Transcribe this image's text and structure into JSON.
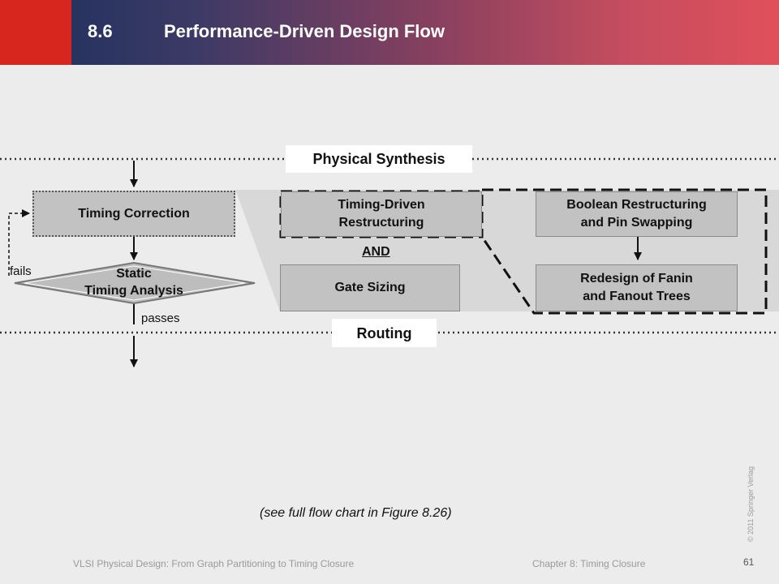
{
  "header": {
    "section_number": "8.6",
    "title": "Performance-Driven Design Flow"
  },
  "diagram": {
    "physical_synthesis": "Physical Synthesis",
    "routing": "Routing",
    "timing_correction": "Timing Correction",
    "static_timing_analysis_line1": "Static",
    "static_timing_analysis_line2": "Timing Analysis",
    "fails": "fails",
    "passes": "passes",
    "timing_driven_line1": "Timing-Driven",
    "timing_driven_line2": "Restructuring",
    "and_label": "AND",
    "gate_sizing": "Gate Sizing",
    "boolean_line1": "Boolean Restructuring",
    "boolean_line2": "and Pin Swapping",
    "redesign_line1": "Redesign of Fanin",
    "redesign_line2": "and Fanout Trees"
  },
  "caption": "(see full flow chart in Figure 8.26)",
  "footer": {
    "book": "VLSI Physical Design: From Graph Partitioning to Timing Closure",
    "chapter": "Chapter 8: Timing Closure",
    "page": "61",
    "copyright": "© 2011 Springer Verlag"
  }
}
